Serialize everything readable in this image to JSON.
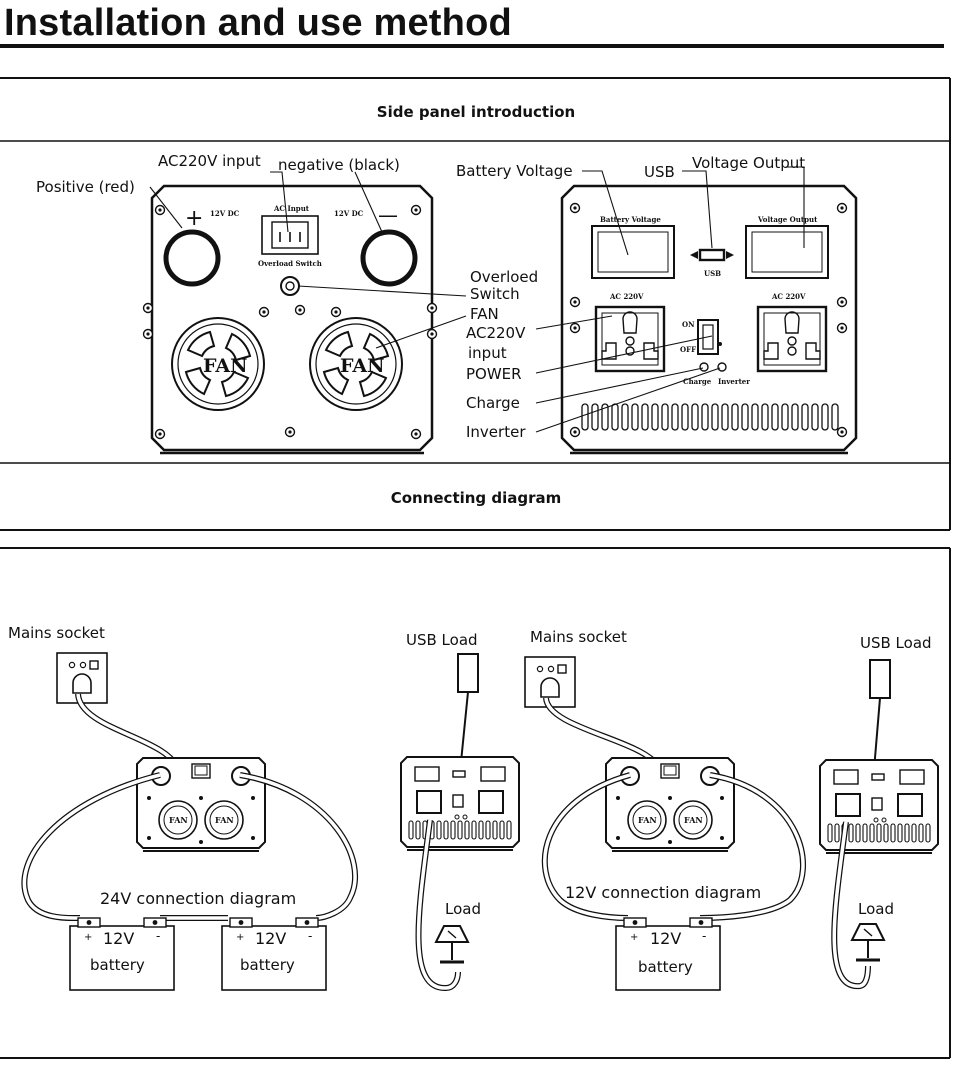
{
  "page": {
    "heading": "Installation and use method"
  },
  "side_panel": {
    "title": "Side panel introduction",
    "left_labels": {
      "positive": "Positive (red)",
      "ac_input": "AC220V input",
      "negative": "negative (black)",
      "overload_1": "Overloed",
      "overload_2": "Switch",
      "fan": "FAN",
      "ac_input2_1": "AC220V",
      "ac_input2_2": "input",
      "power": "POWER",
      "charge": "Charge",
      "inverter": "Inverter"
    },
    "right_labels": {
      "battery_voltage": "Battery Voltage",
      "usb": "USB",
      "voltage_output": "Voltage Output"
    },
    "panel_text": {
      "dc12_left": "12V DC",
      "dc12_right": "12V DC",
      "ac_input": "AC Input",
      "overload_switch": "Overload Switch",
      "fan": "FAN",
      "battery_voltage": "Battery Voltage",
      "voltage_output": "Voltage Output",
      "usb": "USB",
      "ac220_left": "AC 220V",
      "ac220_right": "AC 220V",
      "on": "ON",
      "off": "OFF",
      "charge": "Charge",
      "inverter": "Inverter",
      "plus": "+",
      "minus": "—"
    }
  },
  "connecting": {
    "title": "Connecting diagram",
    "left": {
      "mains": "Mains socket",
      "usb_load": "USB Load",
      "caption": "24V connection diagram",
      "load": "Load",
      "battery_voltage": "12V",
      "battery_label": "battery"
    },
    "right": {
      "mains": "Mains socket",
      "usb_load": "USB Load",
      "caption": "12V connection diagram",
      "load": "Load",
      "battery_voltage": "12V",
      "battery_label": "battery"
    }
  }
}
